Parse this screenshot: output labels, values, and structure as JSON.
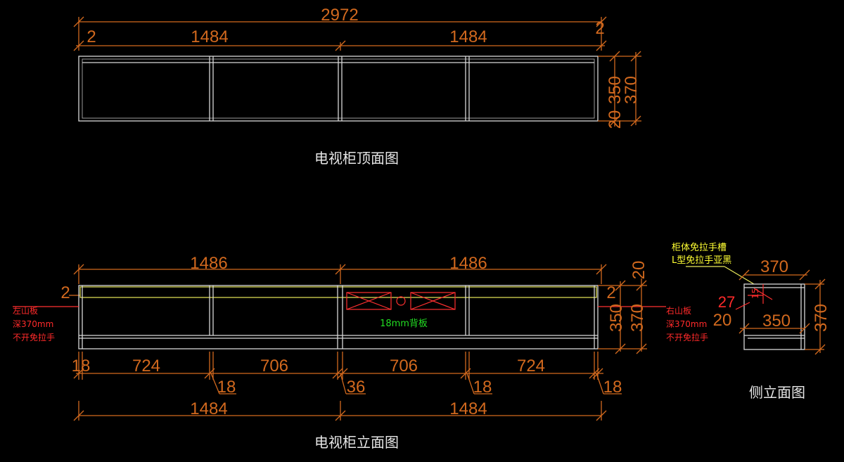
{
  "top_view": {
    "title": "电视柜顶面图",
    "overall_width": "2972",
    "left_gap": "2",
    "right_gap": "2",
    "section_widths": [
      "1484",
      "1484"
    ],
    "depth_inner": "350",
    "depth_outer": "370",
    "depth_gap": "20"
  },
  "front_view": {
    "title": "电视柜立面图",
    "upper_widths": [
      "1486",
      "1486"
    ],
    "left_gap": "2",
    "right_gap": "2",
    "top_gap": "20",
    "height_inner": "350",
    "height_outer": "370",
    "bottom_dims": [
      "18",
      "724",
      "706",
      "706",
      "724"
    ],
    "bottom_small_dims": [
      "18",
      "36",
      "18",
      "18"
    ],
    "lower_widths": [
      "1484",
      "1484"
    ],
    "left_panel_note": [
      "左山板",
      "深370mm",
      "不开免拉手"
    ],
    "right_panel_note": [
      "右山板",
      "深370mm",
      "不开免拉手"
    ],
    "back_panel_note": "18mm背板"
  },
  "side_view": {
    "title": "侧立面图",
    "note_line1": "柜体免拉手槽",
    "note_line2": "L型免拉手亚黑",
    "width_outer": "370",
    "width_inner": "350",
    "height_outer": "370",
    "gap_left": "20",
    "groove_dim": "27",
    "groove_small": "15"
  },
  "colors": {
    "dimension": "#d2691e",
    "outline": "#d8d8d8",
    "note_red": "#ff2a2a",
    "note_yellow": "#ffff33",
    "note_green": "#22dd22",
    "background": "#000000"
  }
}
